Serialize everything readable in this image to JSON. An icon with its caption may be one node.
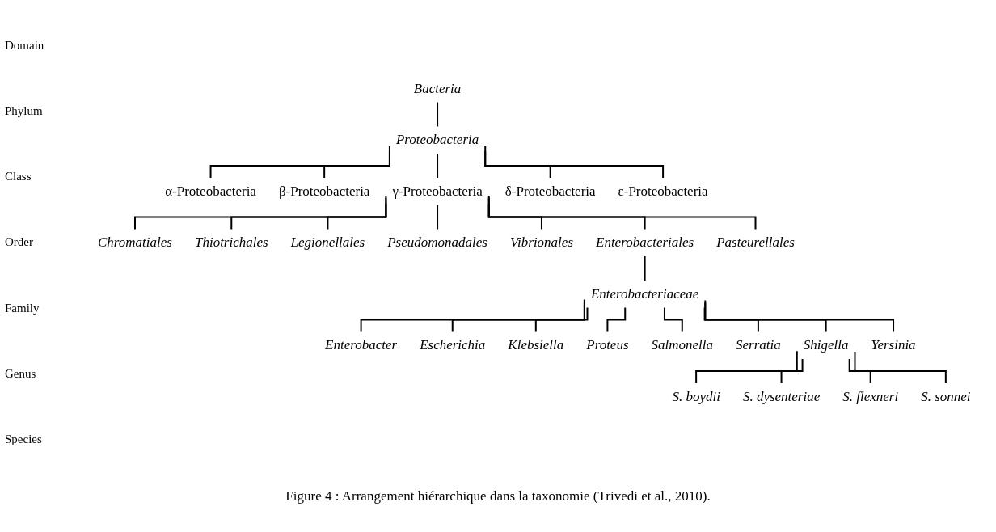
{
  "diagram": {
    "caption": "Figure 4 : Arrangement hiérarchique dans la taxonomie (Trivedi et al., 2010).",
    "nodes": [
      {
        "text": [
          "Bacteria"
        ]
      },
      {
        "text": [
          "Proteobacteria"
        ]
      },
      {
        "text": [
          "α-Proteobacteria"
        ]
      },
      {
        "text": [
          "β-Proteobacteria"
        ]
      },
      {
        "text": [
          "γ-Proteobacteria"
        ]
      },
      {
        "text": [
          "δ-Proteobacteria"
        ]
      },
      {
        "text": [
          "ε-Proteobacteria"
        ]
      },
      {
        "text": [
          "Chromatiales"
        ]
      },
      {
        "text": [
          "Thiotrichales"
        ]
      },
      {
        "text": [
          "Legionellales"
        ]
      },
      {
        "text": [
          "Pseudomonadales"
        ]
      },
      {
        "text": [
          "Vibrionales"
        ]
      },
      {
        "text": [
          "Enterobacteriales"
        ]
      },
      {
        "text": [
          "Pasteurellales"
        ]
      },
      {
        "text": [
          "Enterobacteriaceae"
        ]
      },
      {
        "text": [
          "Enterobacter"
        ]
      },
      {
        "text": [
          "Escherichia"
        ]
      },
      {
        "text": [
          "Klebsiella"
        ]
      },
      {
        "text": [
          "Proteus"
        ]
      },
      {
        "text": [
          "Salmonella"
        ]
      },
      {
        "text": [
          "Serratia"
        ]
      },
      {
        "text": [
          "Shigella"
        ]
      },
      {
        "text": [
          "Yersinia"
        ]
      },
      {
        "text": [
          "S. boydii"
        ]
      },
      {
        "text": [
          "S. dysenteriae"
        ]
      },
      {
        "text": [
          "S. flexneri"
        ]
      },
      {
        "text": [
          "S. sonnei"
        ]
      }
    ],
    "edges": [
      {
        "from": 0,
        "to": 1,
        "arrow": "none"
      },
      {
        "from": 1,
        "to": 2,
        "arrow": "none"
      },
      {
        "from": 1,
        "to": 3,
        "arrow": "none"
      },
      {
        "from": 1,
        "to": 4,
        "arrow": "none"
      },
      {
        "from": 1,
        "to": 5,
        "arrow": "none"
      },
      {
        "from": 1,
        "to": 6,
        "arrow": "none"
      },
      {
        "from": 4,
        "to": 7,
        "arrow": "none"
      },
      {
        "from": 4,
        "to": 8,
        "arrow": "none"
      },
      {
        "from": 4,
        "to": 9,
        "arrow": "none"
      },
      {
        "from": 4,
        "to": 10,
        "arrow": "none"
      },
      {
        "from": 4,
        "to": 11,
        "arrow": "none"
      },
      {
        "from": 4,
        "to": 12,
        "arrow": "none"
      },
      {
        "from": 4,
        "to": 13,
        "arrow": "none"
      },
      {
        "from": 12,
        "to": 14,
        "arrow": "none"
      },
      {
        "from": 14,
        "to": 15,
        "arrow": "none"
      },
      {
        "from": 14,
        "to": 16,
        "arrow": "none"
      },
      {
        "from": 14,
        "to": 17,
        "arrow": "none"
      },
      {
        "from": 14,
        "to": 18,
        "arrow": "none"
      },
      {
        "from": 14,
        "to": 19,
        "arrow": "none"
      },
      {
        "from": 14,
        "to": 20,
        "arrow": "none"
      },
      {
        "from": 14,
        "to": 21,
        "arrow": "none"
      },
      {
        "from": 14,
        "to": 22,
        "arrow": "none"
      },
      {
        "from": 21,
        "to": 23,
        "arrow": "none"
      },
      {
        "from": 21,
        "to": 24,
        "arrow": "none"
      },
      {
        "from": 21,
        "to": 25,
        "arrow": "none"
      },
      {
        "from": 21,
        "to": 26,
        "arrow": "none"
      }
    ],
    "labels": [
      "Domain",
      "Phylum",
      "Class",
      "Order",
      "Family",
      "Genus",
      "Species"
    ]
  }
}
